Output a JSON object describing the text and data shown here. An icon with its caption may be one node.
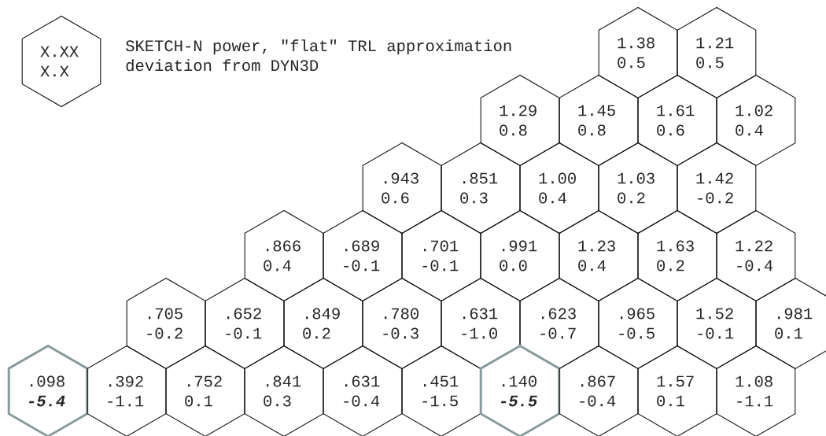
{
  "diagram": {
    "nodes": [
      {
        "text": [
          "X.XX",
          "X.X"
        ],
        "beside": [
          "SKETCH-N power, \"flat\" TRL approximation",
          "deviation from DYN3D"
        ]
      },
      {
        "text": [
          "1.38",
          "0.5"
        ]
      },
      {
        "text": [
          "1.21",
          "0.5"
        ]
      },
      {
        "text": [
          "1.29",
          "0.8"
        ]
      },
      {
        "text": [
          "1.45",
          "0.8"
        ]
      },
      {
        "text": [
          "1.61",
          "0.6"
        ]
      },
      {
        "text": [
          "1.02",
          "0.4"
        ]
      },
      {
        "text": [
          ".943",
          "0.6"
        ]
      },
      {
        "text": [
          ".851",
          "0.3"
        ]
      },
      {
        "text": [
          "1.00",
          "0.4"
        ]
      },
      {
        "text": [
          "1.03",
          "0.2"
        ]
      },
      {
        "text": [
          "1.42",
          "-0.2"
        ]
      },
      {
        "text": [
          ".866",
          "0.4"
        ]
      },
      {
        "text": [
          ".689",
          "-0.1"
        ]
      },
      {
        "text": [
          ".701",
          "-0.1"
        ]
      },
      {
        "text": [
          ".991",
          "0.0"
        ]
      },
      {
        "text": [
          "1.23",
          "0.4"
        ]
      },
      {
        "text": [
          "1.63",
          "0.2"
        ]
      },
      {
        "text": [
          "1.22",
          "-0.4"
        ]
      },
      {
        "text": [
          ".705",
          "-0.2"
        ]
      },
      {
        "text": [
          ".652",
          "-0.1"
        ]
      },
      {
        "text": [
          ".849",
          "0.2"
        ]
      },
      {
        "text": [
          ".780",
          "-0.3"
        ]
      },
      {
        "text": [
          ".631",
          "-1.0"
        ]
      },
      {
        "text": [
          ".623",
          "-0.7"
        ]
      },
      {
        "text": [
          ".965",
          "-0.5"
        ]
      },
      {
        "text": [
          "1.52",
          "-0.1"
        ]
      },
      {
        "text": [
          ".981",
          "0.1"
        ]
      },
      {
        "text": [
          ".098",
          "-5.4"
        ]
      },
      {
        "text": [
          ".392",
          "-1.1"
        ]
      },
      {
        "text": [
          ".752",
          "0.1"
        ]
      },
      {
        "text": [
          ".841",
          "0.3"
        ]
      },
      {
        "text": [
          ".631",
          "-0.4"
        ]
      },
      {
        "text": [
          ".451",
          "-1.5"
        ]
      },
      {
        "text": [
          ".140",
          "-5.5"
        ]
      },
      {
        "text": [
          ".867",
          "-0.4"
        ]
      },
      {
        "text": [
          "1.57",
          "0.1"
        ]
      },
      {
        "text": [
          "1.08",
          "-1.1"
        ]
      }
    ]
  }
}
